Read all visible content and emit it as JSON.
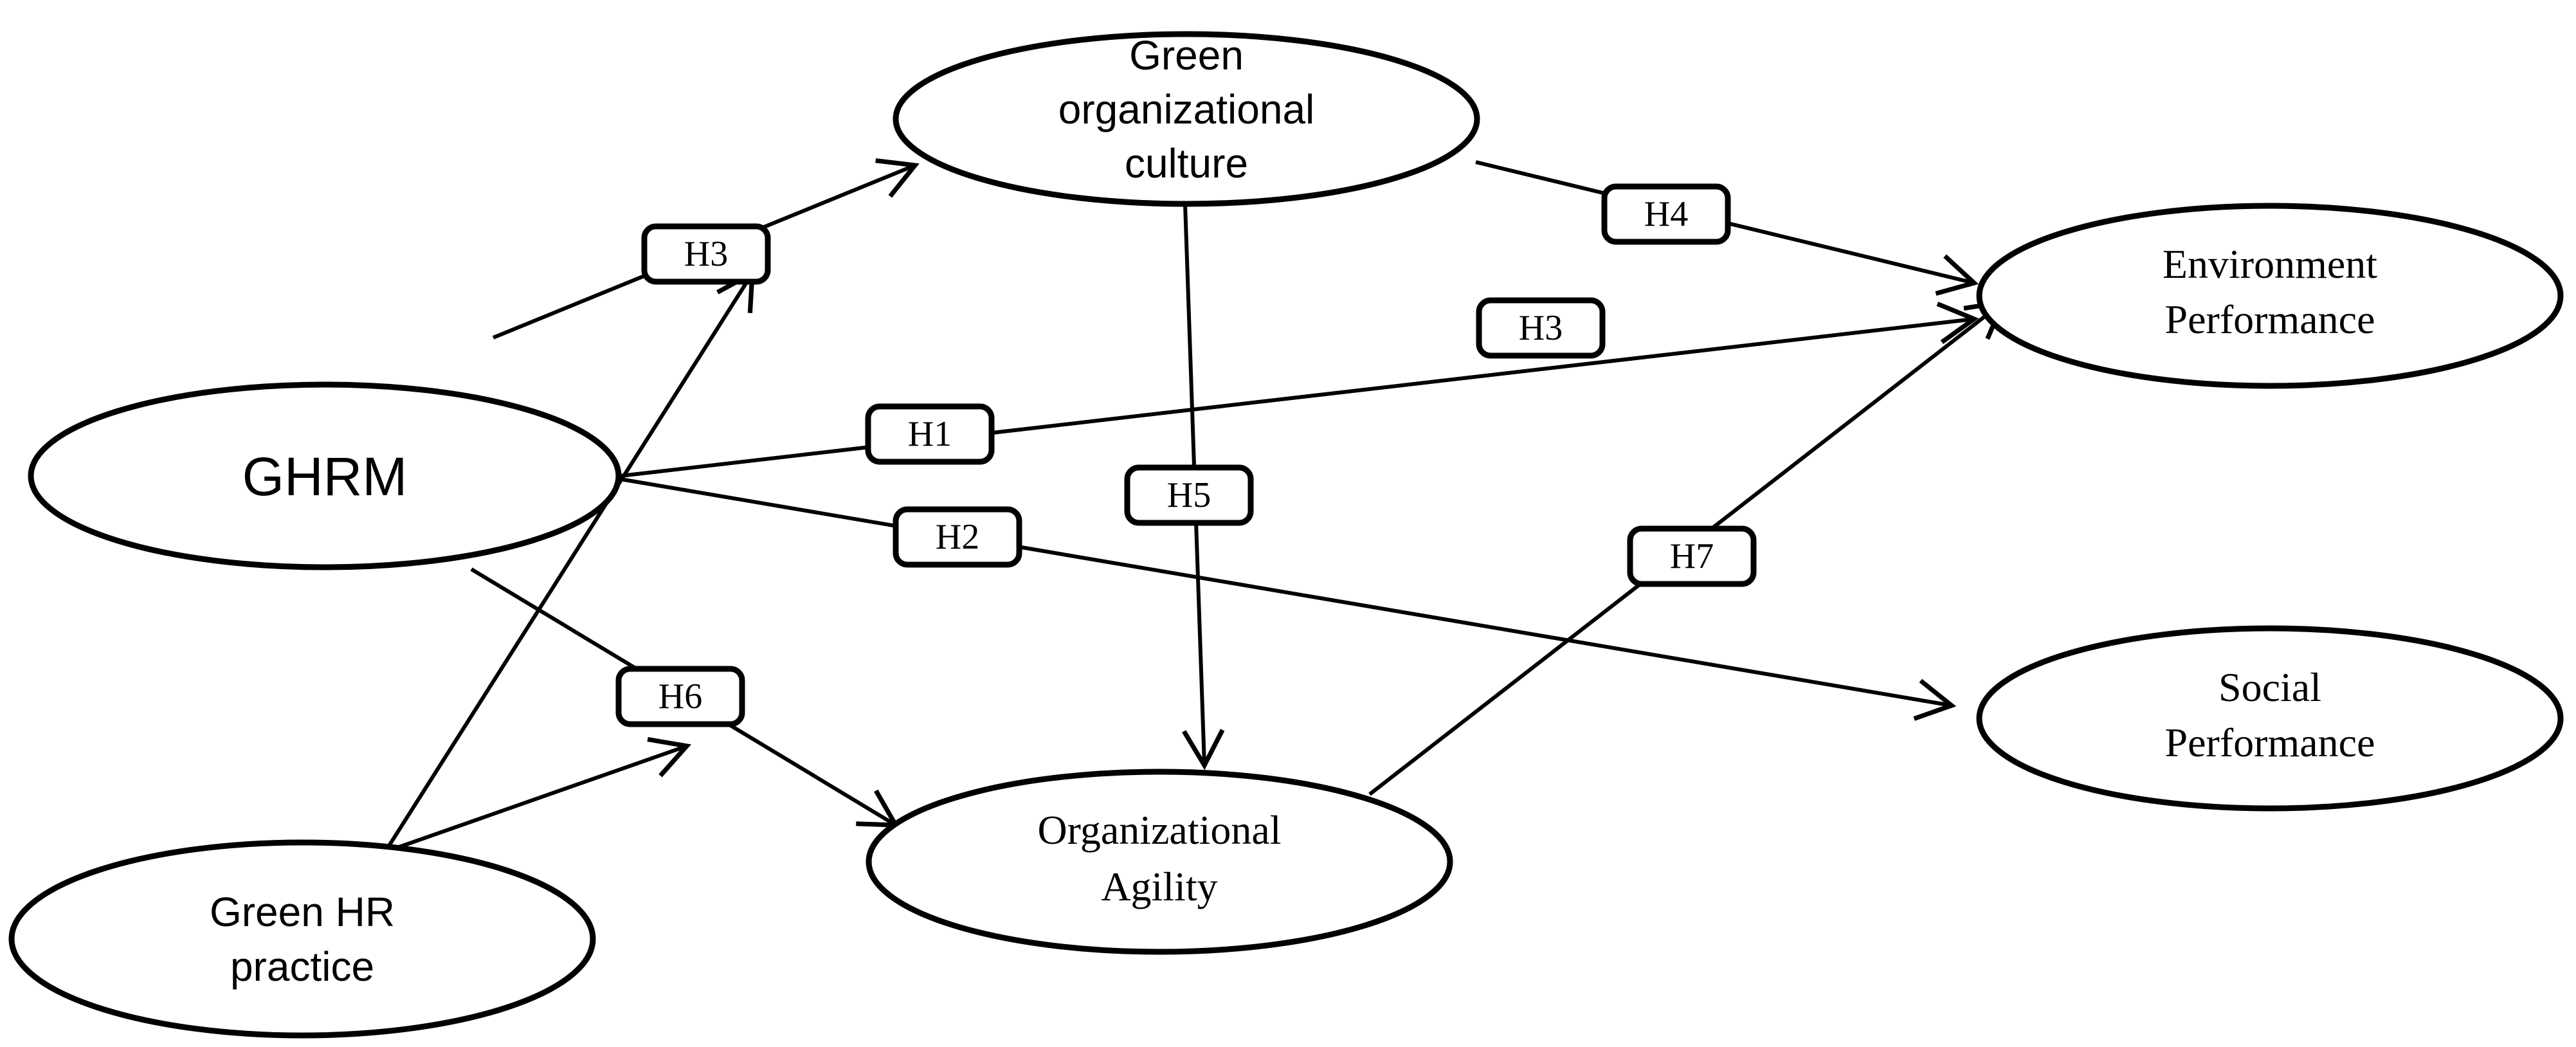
{
  "nodes": {
    "green_culture": {
      "lines": [
        "Green",
        "organizational",
        "culture"
      ]
    },
    "ghrm": {
      "lines": [
        "GHRM"
      ]
    },
    "green_hr_practice": {
      "lines": [
        "Green HR",
        "practice"
      ]
    },
    "organizational_agility": {
      "lines": [
        "Organizational",
        "Agility"
      ]
    },
    "environment_performance": {
      "lines": [
        "Environment",
        "Performance"
      ]
    },
    "social_performance": {
      "lines": [
        "Social",
        "Performance"
      ]
    }
  },
  "hypotheses": {
    "h3_culture": "H3",
    "h4": "H4",
    "h3_env": "H3",
    "h1": "H1",
    "h2": "H2",
    "h5": "H5",
    "h6": "H6",
    "h7": "H7"
  },
  "colors": {
    "stroke": "#000000",
    "fill": "#ffffff"
  }
}
